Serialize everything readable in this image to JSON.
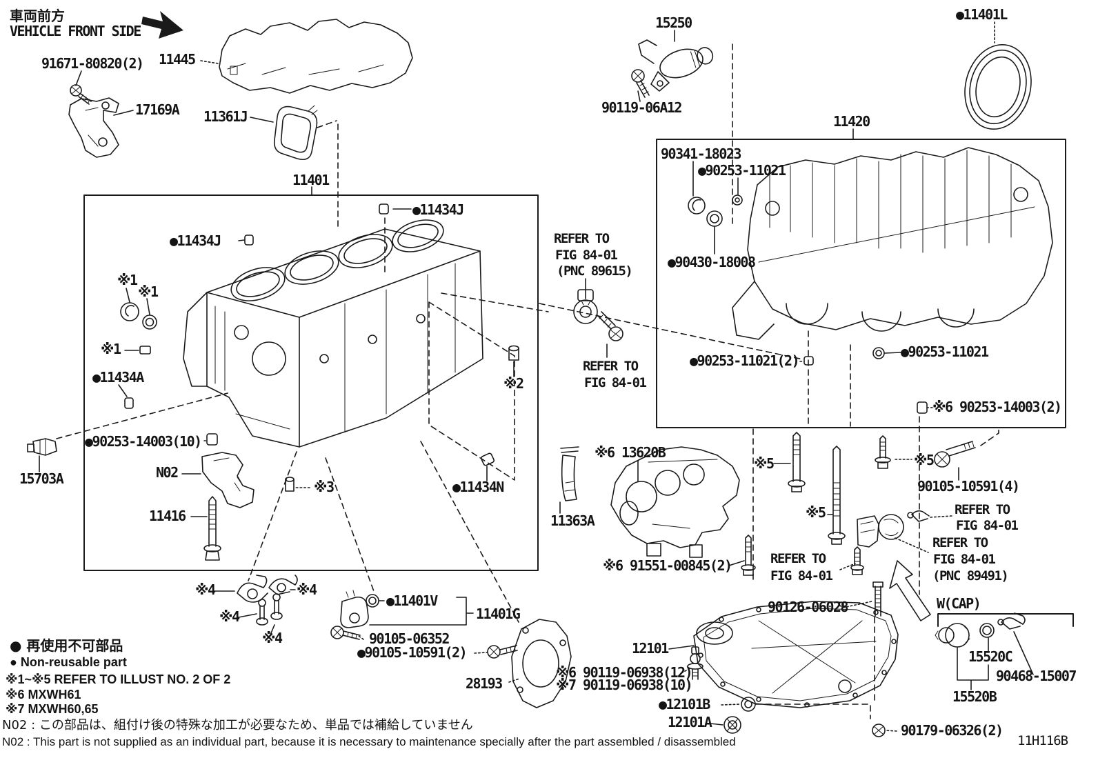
{
  "doc": {
    "code": "11H116B"
  },
  "header": {
    "front_jp": "車両前方",
    "front_en": "VEHICLE FRONT SIDE"
  },
  "colors": {
    "ink": "#1a1a1a",
    "background": "#ffffff"
  },
  "parts": {
    "p91671": "91671-80820(2)",
    "p17169a": "17169A",
    "p11445": "11445",
    "p11361j": "11361J",
    "p11401": "11401",
    "p11434j": "●11434J",
    "p11434a": "●11434A",
    "p11434n": "●11434N",
    "p15703a": "15703A",
    "p90253_14003_10": "●90253-14003(10)",
    "n02": "N02",
    "p11416": "11416",
    "p11363a": "11363A",
    "p11401v": "●11401V",
    "p11401g": "11401G",
    "p90105_06352": "90105-06352",
    "p90105_10591_2": "●90105-10591(2)",
    "p28193": "28193",
    "p15250": "15250",
    "p90119_06a12": "90119-06A12",
    "p11401l": "●11401L",
    "p11420": "11420",
    "p90341_18023": "90341-18023",
    "p90253_11021": "●90253-11021",
    "p90430_18008": "●90430-18008",
    "p90253_11021_2": "●90253-11021(2)",
    "p90253_14003_2": "※6 90253-14003(2)",
    "p13620b": "※6 13620B",
    "p91551": "※6 91551-00845(2)",
    "p90105_10591_4": "90105-10591(4)",
    "p90126_06028": "90126-06028",
    "p12101": "12101",
    "p90119_12": "※6 90119-06938(12)",
    "p90119_10": "※7 90119-06938(10)",
    "p12101b": "●12101B",
    "p12101a": "12101A",
    "p90179": "90179-06326(2)",
    "p15520c": "15520C",
    "p90468": "90468-15007",
    "p15520b": "15520B",
    "wcap": "W(CAP)",
    "s1": "※1",
    "s2": "※2",
    "s3": "※3",
    "s4": "※4",
    "s5": "※5",
    "refer": "REFER TO",
    "fig": "FIG 84-01",
    "pnc89615": "(PNC 89615)",
    "pnc89491": "(PNC 89491)"
  },
  "legend": {
    "jp_bullet": "● 再使用不可部品",
    "en_bullet": "● Non-reusable part",
    "refs": "※1~※5  REFER TO ILLUST NO. 2 OF 2",
    "s6": "※6 MXWH61",
    "s7": "※7 MXWH60,65",
    "n02_jp": "N02 : この部品は、組付け後の特殊な加工が必要なため、単品では補給していません",
    "n02_en": "N02 : This part is not supplied as an individual part, because it is necessary to maintenance specially after the part assembled / disassembled"
  }
}
